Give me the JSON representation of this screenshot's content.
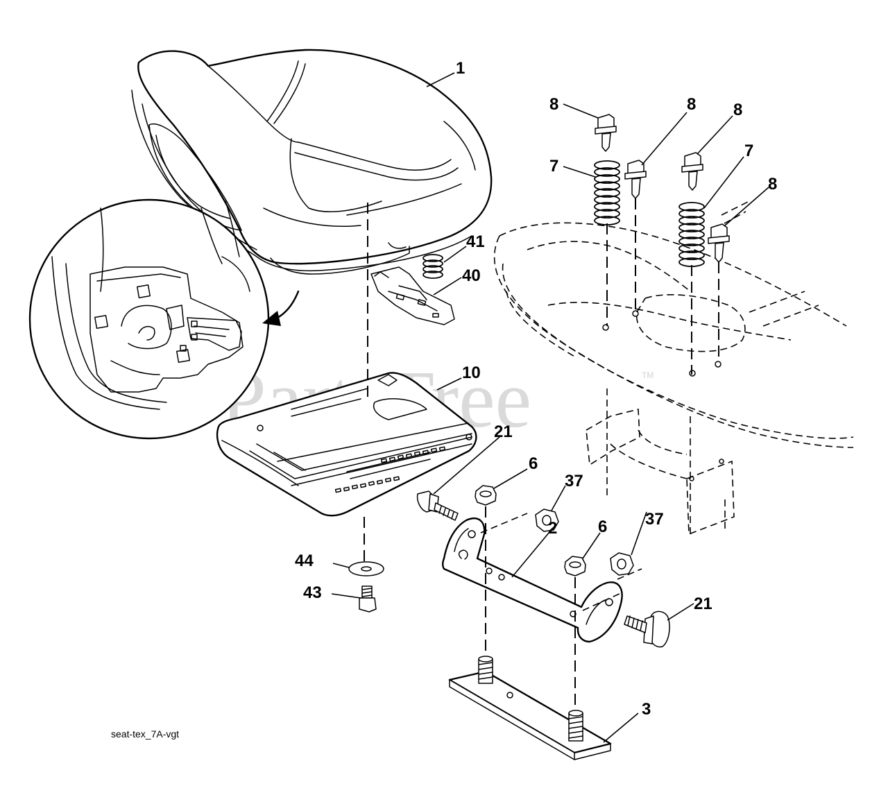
{
  "watermark": {
    "text": "PartsTree",
    "tm": "TM"
  },
  "caption": "seat-tex_7A-vgt",
  "callouts": {
    "c1": "1",
    "c8a": "8",
    "c8b": "8",
    "c8c": "8",
    "c8d": "8",
    "c7a": "7",
    "c7b": "7",
    "c41": "41",
    "c40": "40",
    "c10": "10",
    "c21a": "21",
    "c21b": "21",
    "c6a": "6",
    "c6b": "6",
    "c37a": "37",
    "c37b": "37",
    "c2": "2",
    "c44": "44",
    "c43": "43",
    "c3": "3"
  }
}
